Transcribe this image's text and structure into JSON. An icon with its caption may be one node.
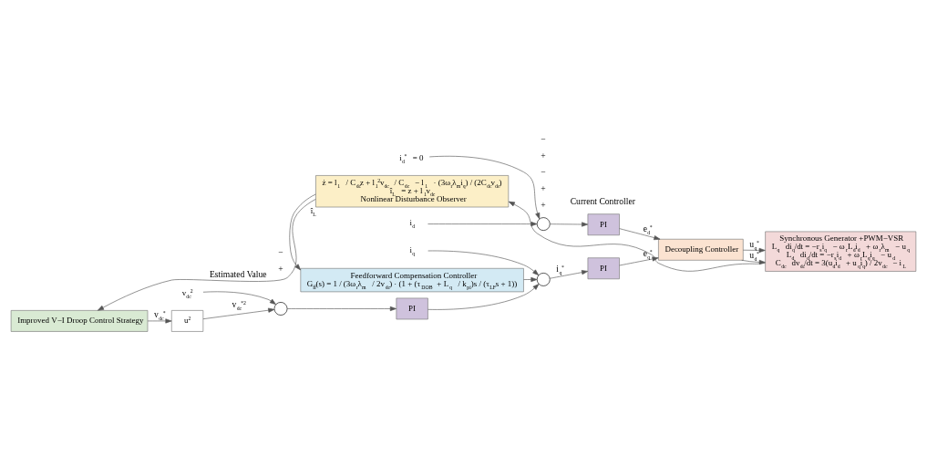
{
  "diagram": {
    "nodes": [
      {
        "text": [
          "Improved V−I Droop Control Strategy"
        ]
      },
      {
        "text": [
          "ż = l$_{1}$ / C$_{dc}$z + l$_{1}$$^{2}$v$_{dc}$ / C$_{dc}$ − l$_{1}$ · (3ω$_{r}$λ$_{m}$i$_{q}$) / (2C$_{dc}$v$_{dc}$)",
          "î$_{L}$ = z + l$_{1}$v$_{dc}$",
          "Nonlinear Disturbance Observer"
        ],
        "beside": [
          "î$_{L}$"
        ]
      },
      {
        "text": [
          "Feedforward Compensation Controller",
          "G$_{ff}$(s) = 1 / (3ω$_{r}$λ$_{m}$ / 2v$_{dc}$) · (1 + (τ$_{DOB}$ + L$_{q}$ / k$_{pi}$)s / (τ$_{LF}$s + 1))"
        ]
      },
      {
        "text": [
          "u$^{2}$"
        ]
      },
      {
        "text": [],
        "shape": "circle"
      },
      {
        "text": [
          "PI"
        ]
      },
      {
        "text": [],
        "shape": "circle"
      },
      {
        "text": [
          "PI"
        ]
      },
      {
        "text": [],
        "shape": "circle"
      },
      {
        "text": [
          "PI"
        ]
      },
      {
        "text": [
          "Decoupling Controller"
        ]
      },
      {
        "text": [
          "Synchronous Generator +PWM−VSR",
          "L$_{q}$ di$_{q}$/dt = −r$_{s}$i$_{q}$ − ω$_{r}$L$_{d}$i$_{d}$ + ω$_{r}$λ$_{m}$ − u$_{q}$",
          "L$_{d}$ di$_{d}$/dt = −r$_{s}$i$_{d}$ + ω$_{r}$L$_{q}$i$_{q}$ − u$_{d}$",
          "C$_{dc}$ dv$_{dc}$/dt = 3(u$_{d}$i$_{d}$ + u$_{q}$i$_{q}$) / 2v$_{dc}$ − i$_{L}$"
        ]
      },
      {
        "text": [
          "v$_{dc}$$^{2}$"
        ]
      },
      {
        "text": [
          "i$_{q}$"
        ]
      },
      {
        "text": [
          "i$_{d}$$^{*}$ = 0"
        ]
      },
      {
        "text": [
          "i$_{d}$"
        ]
      }
    ],
    "edges": [
      {
        "from": 1,
        "to": 0,
        "arrow": "to",
        "label": "Estimated Value"
      },
      {
        "from": 1,
        "to": 2,
        "arrow": "to"
      },
      {
        "from": 11,
        "to": 1,
        "arrow": "to"
      },
      {
        "from": 0,
        "to": 3,
        "arrow": "to",
        "label": "v$_{dc}$$^{*}$"
      },
      {
        "from": 3,
        "to": 4,
        "arrow": "to",
        "label": "v$_{dc}$$^{*2}$"
      },
      {
        "from": 12,
        "to": 4,
        "arrow": "to"
      },
      {
        "from": 4,
        "to": 5,
        "arrow": "to"
      },
      {
        "from": 5,
        "to": 6,
        "arrow": "to"
      },
      {
        "from": 2,
        "to": 6,
        "arrow": "to"
      },
      {
        "from": 13,
        "to": 6,
        "arrow": "to"
      },
      {
        "from": 6,
        "to": 7,
        "arrow": "to",
        "label": "i$_{q}$$^{*}$"
      },
      {
        "from": 7,
        "to": 10,
        "arrow": "to",
        "label": "e$_{q}$$^{*}$"
      },
      {
        "from": 14,
        "to": 8,
        "arrow": "to"
      },
      {
        "from": 15,
        "to": 8,
        "arrow": "to"
      },
      {
        "from": 8,
        "to": 9,
        "arrow": "to"
      },
      {
        "from": 9,
        "to": 10,
        "arrow": "to",
        "label": "e$_{d}$$^{*}$"
      },
      {
        "from": 10,
        "to": 11,
        "arrow": "to",
        "label": "u$_{q}$$^{*}$"
      },
      {
        "from": 10,
        "to": 11,
        "arrow": "to",
        "label": "u$_{d}$$^{*}$"
      }
    ],
    "labels": [
      "+",
      "−",
      "+",
      "+",
      "−",
      "+",
      "−",
      "Current Controller"
    ]
  }
}
